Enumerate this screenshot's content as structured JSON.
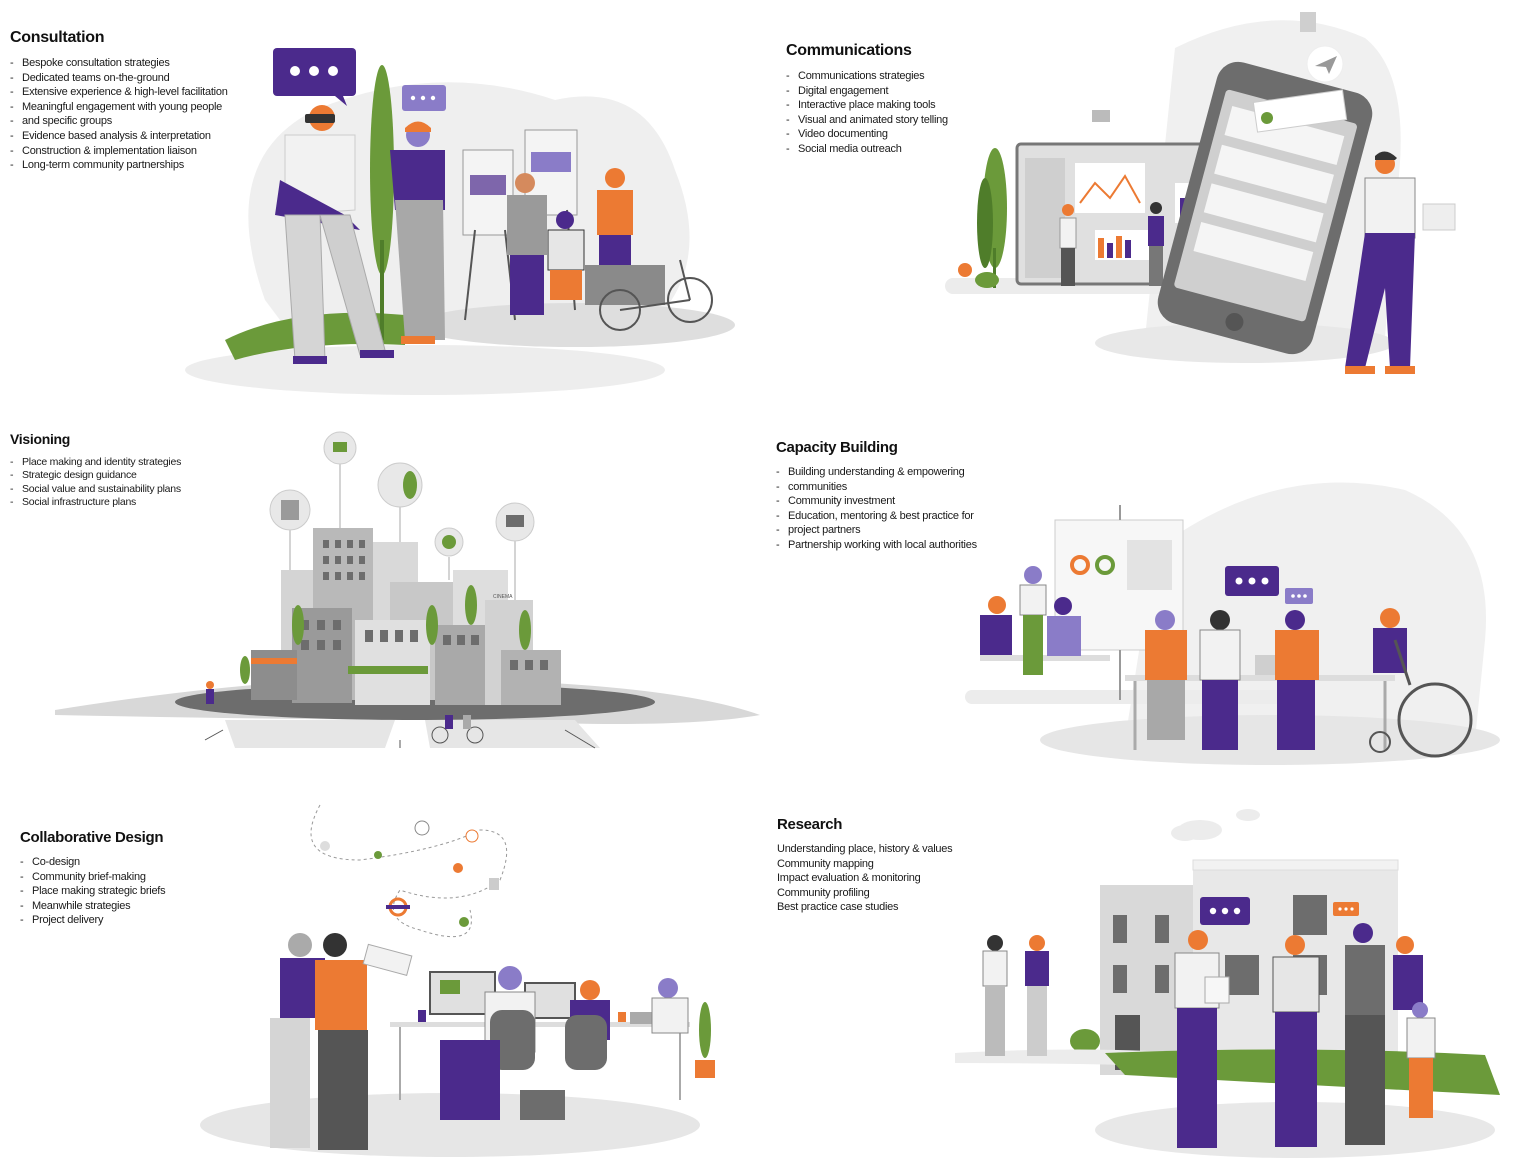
{
  "colors": {
    "purple": "#4b2a8c",
    "purple_light": "#8a7cc8",
    "orange": "#ec7a33",
    "green": "#6b9a3a",
    "green_dark": "#4f7d2a",
    "grey_light": "#e6e6e6",
    "grey_mid": "#b9b9b9",
    "grey_dark": "#6d6d6d"
  },
  "sections": {
    "consultation": {
      "title": "Consultation",
      "items": [
        "Bespoke consultation strategies",
        "Dedicated teams on-the-ground",
        "Extensive experience & high-level facilitation",
        "Meaningful engagement with young people",
        "and specific groups",
        "Evidence based analysis & interpretation",
        "Construction & implementation liaison",
        "Long-term community partnerships"
      ]
    },
    "communications": {
      "title": "Communications",
      "items": [
        "Communications strategies",
        "Digital engagement",
        "Interactive place making tools",
        "Visual and animated story telling",
        "Video documenting",
        "Social media outreach"
      ]
    },
    "visioning": {
      "title": "Visioning",
      "items": [
        "Place making and identity strategies",
        "Strategic design guidance",
        "Social value and sustainability plans",
        "Social infrastructure plans"
      ]
    },
    "capacity_building": {
      "title": "Capacity Building",
      "items": [
        "Building understanding & empowering",
        "communities",
        "Community investment",
        "Education, mentoring & best practice for",
        "project partners",
        "Partnership working with local authorities"
      ]
    },
    "collaborative_design": {
      "title": "Collaborative Design",
      "items": [
        "Co-design",
        "Community brief-making",
        "Place making strategic briefs",
        "Meanwhile strategies",
        "Project delivery"
      ]
    },
    "research": {
      "title": "Research",
      "items": [
        "Understanding place, history & values",
        "Community mapping",
        "Impact evaluation & monitoring",
        "Community profiling",
        "Best practice case studies"
      ]
    }
  },
  "illustrations": {
    "chat_bubble_dots": "...",
    "cinema_sign": "CINEMA"
  }
}
